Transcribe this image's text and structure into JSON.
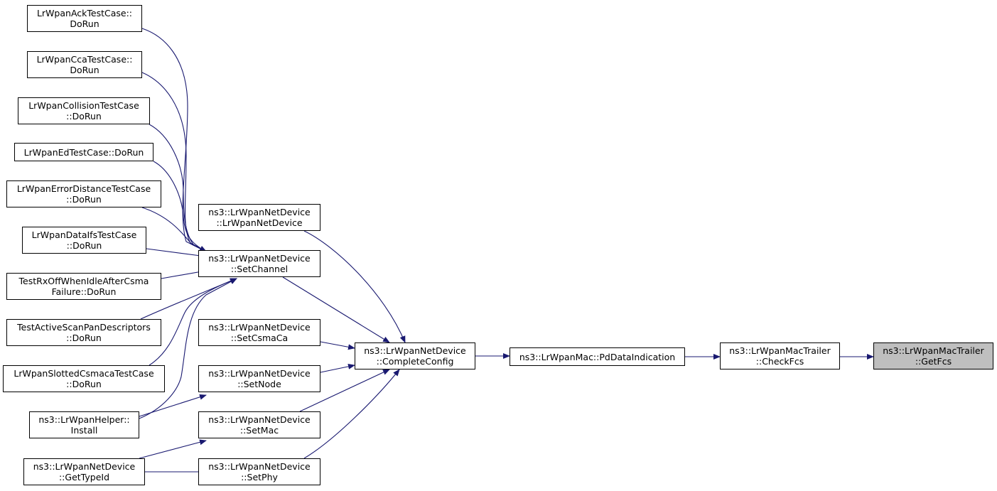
{
  "theme": {
    "edge_color": "#191970",
    "focus_fill": "#bfbfbf",
    "node_fill": "#ffffff",
    "border": "#000000"
  },
  "nodes": [
    {
      "id": "ack",
      "lines": [
        "LrWpanAckTestCase::",
        "DoRun"
      ]
    },
    {
      "id": "cca",
      "lines": [
        "LrWpanCcaTestCase::",
        "DoRun"
      ]
    },
    {
      "id": "coll",
      "lines": [
        "LrWpanCollisionTestCase",
        "::DoRun"
      ]
    },
    {
      "id": "ed",
      "lines": [
        "LrWpanEdTestCase::DoRun"
      ]
    },
    {
      "id": "errdist",
      "lines": [
        "LrWpanErrorDistanceTestCase",
        "::DoRun"
      ]
    },
    {
      "id": "ifs",
      "lines": [
        "LrWpanDataIfsTestCase",
        "::DoRun"
      ]
    },
    {
      "id": "rxoff",
      "lines": [
        "TestRxOffWhenIdleAfterCsma",
        "Failure::DoRun"
      ]
    },
    {
      "id": "scan",
      "lines": [
        "TestActiveScanPanDescriptors",
        "::DoRun"
      ]
    },
    {
      "id": "slotted",
      "lines": [
        "LrWpanSlottedCsmacaTestCase",
        "::DoRun"
      ]
    },
    {
      "id": "helper",
      "lines": [
        "ns3::LrWpanHelper::",
        "Install"
      ]
    },
    {
      "id": "typeid",
      "lines": [
        "ns3::LrWpanNetDevice",
        "::GetTypeId"
      ]
    },
    {
      "id": "ctor",
      "lines": [
        "ns3::LrWpanNetDevice",
        "::LrWpanNetDevice"
      ]
    },
    {
      "id": "setchannel",
      "lines": [
        "ns3::LrWpanNetDevice",
        "::SetChannel"
      ]
    },
    {
      "id": "setcsma",
      "lines": [
        "ns3::LrWpanNetDevice",
        "::SetCsmaCa"
      ]
    },
    {
      "id": "setnode",
      "lines": [
        "ns3::LrWpanNetDevice",
        "::SetNode"
      ]
    },
    {
      "id": "setmac",
      "lines": [
        "ns3::LrWpanNetDevice",
        "::SetMac"
      ]
    },
    {
      "id": "setphy",
      "lines": [
        "ns3::LrWpanNetDevice",
        "::SetPhy"
      ]
    },
    {
      "id": "complete",
      "lines": [
        "ns3::LrWpanNetDevice",
        "::CompleteConfig"
      ]
    },
    {
      "id": "pddata",
      "lines": [
        "ns3::LrWpanMac::PdDataIndication"
      ]
    },
    {
      "id": "checkfcs",
      "lines": [
        "ns3::LrWpanMacTrailer",
        "::CheckFcs"
      ]
    },
    {
      "id": "getfcs",
      "lines": [
        "ns3::LrWpanMacTrailer",
        "::GetFcs"
      ],
      "focus": true
    }
  ],
  "edges": [
    {
      "from": "ack",
      "to": "setchannel"
    },
    {
      "from": "cca",
      "to": "setchannel"
    },
    {
      "from": "coll",
      "to": "setchannel"
    },
    {
      "from": "ed",
      "to": "setchannel"
    },
    {
      "from": "errdist",
      "to": "setchannel"
    },
    {
      "from": "ifs",
      "to": "setchannel"
    },
    {
      "from": "rxoff",
      "to": "setchannel"
    },
    {
      "from": "scan",
      "to": "setchannel"
    },
    {
      "from": "slotted",
      "to": "setchannel"
    },
    {
      "from": "helper",
      "to": "setchannel"
    },
    {
      "from": "helper",
      "to": "setnode"
    },
    {
      "from": "typeid",
      "to": "setmac"
    },
    {
      "from": "typeid",
      "to": "setphy"
    },
    {
      "from": "ctor",
      "to": "complete"
    },
    {
      "from": "setchannel",
      "to": "complete"
    },
    {
      "from": "setcsma",
      "to": "complete"
    },
    {
      "from": "setnode",
      "to": "complete"
    },
    {
      "from": "setmac",
      "to": "complete"
    },
    {
      "from": "setphy",
      "to": "complete"
    },
    {
      "from": "complete",
      "to": "pddata"
    },
    {
      "from": "pddata",
      "to": "checkfcs"
    },
    {
      "from": "checkfcs",
      "to": "getfcs"
    }
  ]
}
